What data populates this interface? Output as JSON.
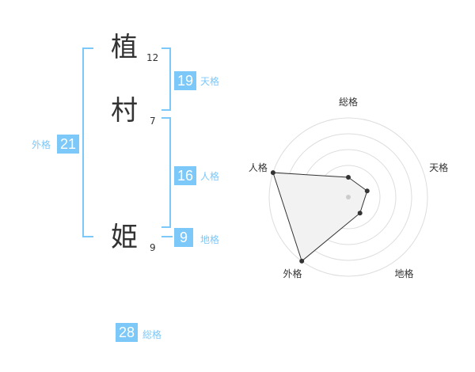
{
  "name": {
    "chars": [
      {
        "kanji": "植",
        "strokes": "12"
      },
      {
        "kanji": "村",
        "strokes": "7"
      },
      {
        "kanji": "姫",
        "strokes": "9"
      }
    ]
  },
  "kaku": {
    "tenkaku": {
      "value": "19",
      "label": "天格"
    },
    "jinkaku": {
      "value": "16",
      "label": "人格"
    },
    "chikaku": {
      "value": "9",
      "label": "地格"
    },
    "gaikaku": {
      "value": "21",
      "label": "外格"
    },
    "soukaku": {
      "value": "28",
      "label": "総格"
    }
  },
  "chart_data": {
    "type": "radar",
    "axes": [
      "総格",
      "天格",
      "地格",
      "外格",
      "人格"
    ],
    "values": [
      0.25,
      0.25,
      0.25,
      1.0,
      1.0
    ],
    "rings": 5,
    "colors": {
      "fill": "#f2f2f2",
      "stroke": "#333333",
      "ring": "#dddddd",
      "accent": "#7cc8f8"
    }
  }
}
